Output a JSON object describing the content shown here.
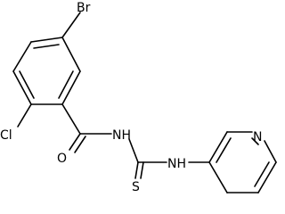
{
  "diagram": {
    "type": "chemical-structure",
    "colors": {
      "bond": "#000000",
      "label": "#000000",
      "background": "#ffffff"
    },
    "atoms": {
      "br": "Br",
      "cl": "Cl",
      "o": "O",
      "nh_amide": "NH",
      "nh_amine": "NH",
      "s": "S",
      "n_pyridine": "N"
    }
  }
}
